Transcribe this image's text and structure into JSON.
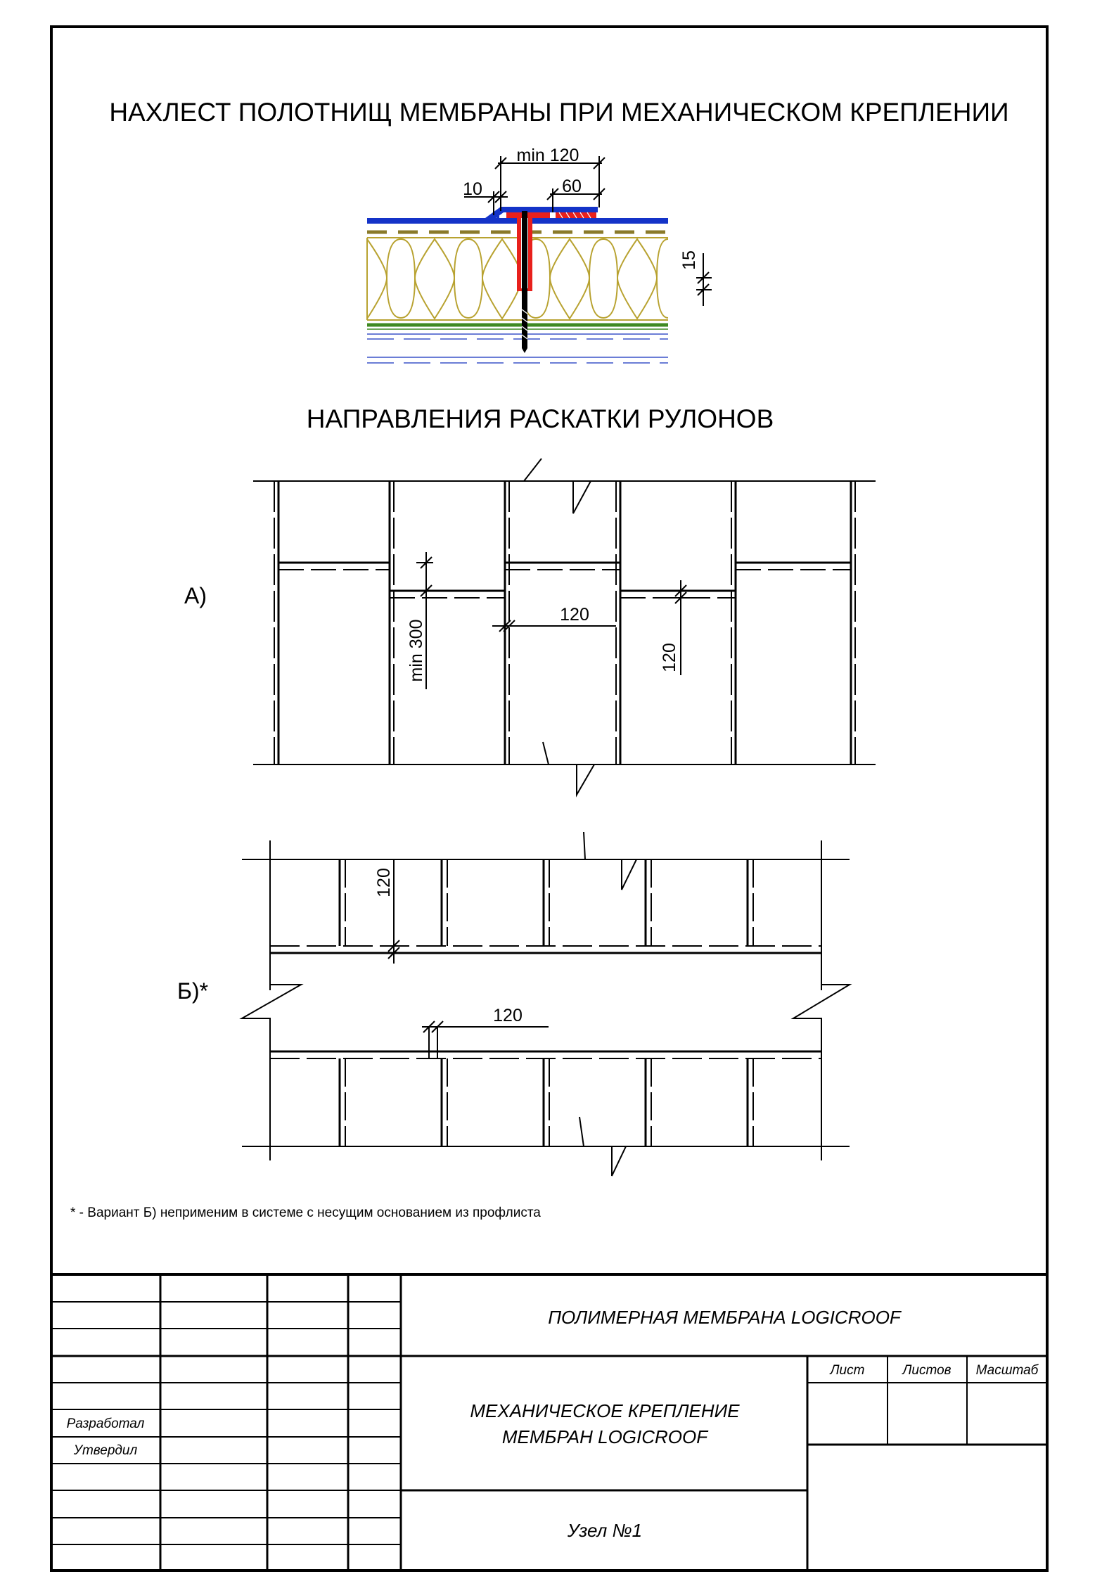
{
  "titles": {
    "overlap": "НАХЛЕСТ ПОЛОТНИЩ МЕМБРАНЫ ПРИ МЕХАНИЧЕСКОМ КРЕПЛЕНИИ",
    "rolling": "НАПРАВЛЕНИЯ РАСКАТКИ РУЛОНОВ"
  },
  "section_dims": {
    "min120": "min 120",
    "d10": "10",
    "d60": "60",
    "d15": "15"
  },
  "variant_a": {
    "label": "А)",
    "min300": "min 300",
    "d120_h": "120",
    "d120_v": "120"
  },
  "variant_b": {
    "label": "Б)*",
    "d120_v": "120",
    "d120_h": "120"
  },
  "footnote": "* - Вариант Б) неприменим в системе с несущим основанием из профлиста",
  "title_block": {
    "product": "ПОЛИМЕРНАЯ МЕМБРАНА LOGICROOF",
    "drawing_title_line1": "МЕХАНИЧЕСКОЕ КРЕПЛЕНИЕ",
    "drawing_title_line2": "МЕМБРАН LOGICROOF",
    "node": "Узел №1",
    "sheet_label": "Лист",
    "sheets_label": "Листов",
    "scale_label": "Масштаб",
    "developed_label": "Разработал",
    "approved_label": "Утвердил"
  },
  "colors": {
    "membrane": "#1433c8",
    "fastener": "#e8201c",
    "insulation": "#b8a230",
    "vapor_barrier": "#3f8a22",
    "deck": "#3a52c8"
  }
}
